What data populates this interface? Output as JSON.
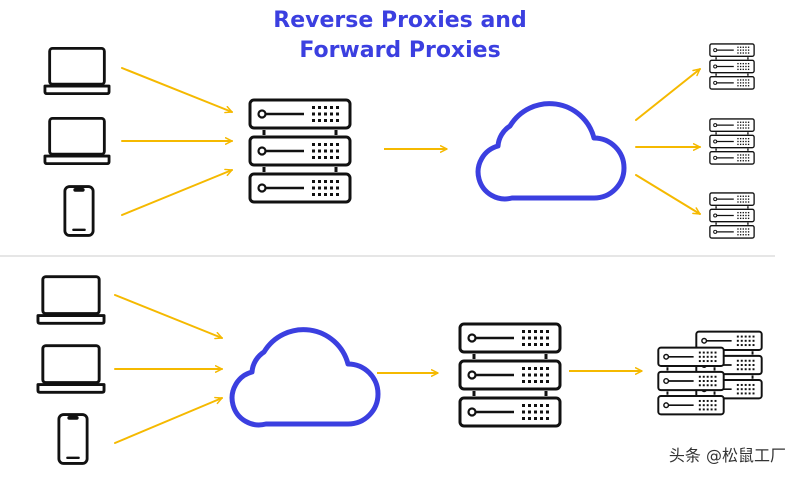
{
  "title": {
    "line1": "Reverse Proxies and",
    "line2": "Forward Proxies"
  },
  "watermark": "头条 @松鼠工厂",
  "colors": {
    "title": "#3b3fe0",
    "arrow": "#f5b900",
    "cloud": "#3b3fe0",
    "device": "#111111",
    "divider": "#cccccc"
  },
  "top_diagram": {
    "clients": [
      "laptop-icon",
      "laptop-icon",
      "phone-icon"
    ],
    "proxy": "server-rack-icon",
    "network": "cloud-icon",
    "destinations": [
      "server-rack-icon",
      "server-rack-icon",
      "server-rack-icon"
    ]
  },
  "bottom_diagram": {
    "clients": [
      "laptop-icon",
      "laptop-icon",
      "phone-icon"
    ],
    "network": "cloud-icon",
    "proxy": "server-rack-icon",
    "destination": "server-cluster-icon"
  }
}
